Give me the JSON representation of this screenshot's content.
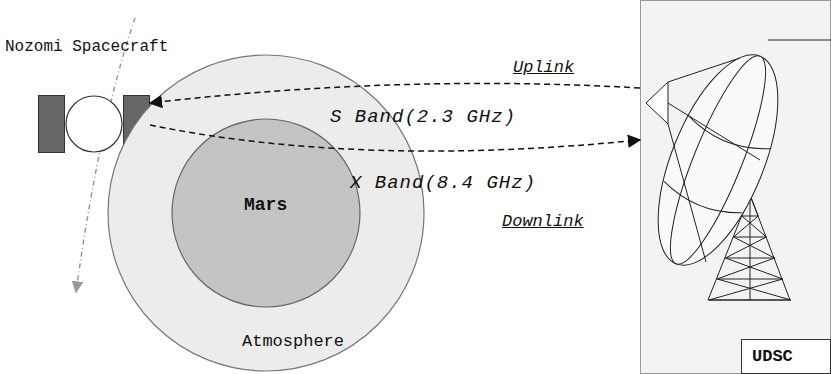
{
  "diagram": {
    "nodes": [
      {
        "text": [
          "Nozomi Spacecraft"
        ]
      },
      {
        "text": [
          "Atmosphere"
        ]
      },
      {
        "text": [
          "Mars"
        ],
        "in": 1
      },
      {
        "text": [
          "UDSC"
        ]
      }
    ],
    "edges": [
      {
        "from": 3,
        "to": 0,
        "arrow": "to",
        "label": "S Band(2.3 GHz)"
      },
      {
        "from": 0,
        "to": 3,
        "arrow": "to",
        "label": "X Band(8.4 GHz)"
      }
    ],
    "labels": [
      "Uplink",
      "Downlink"
    ]
  }
}
